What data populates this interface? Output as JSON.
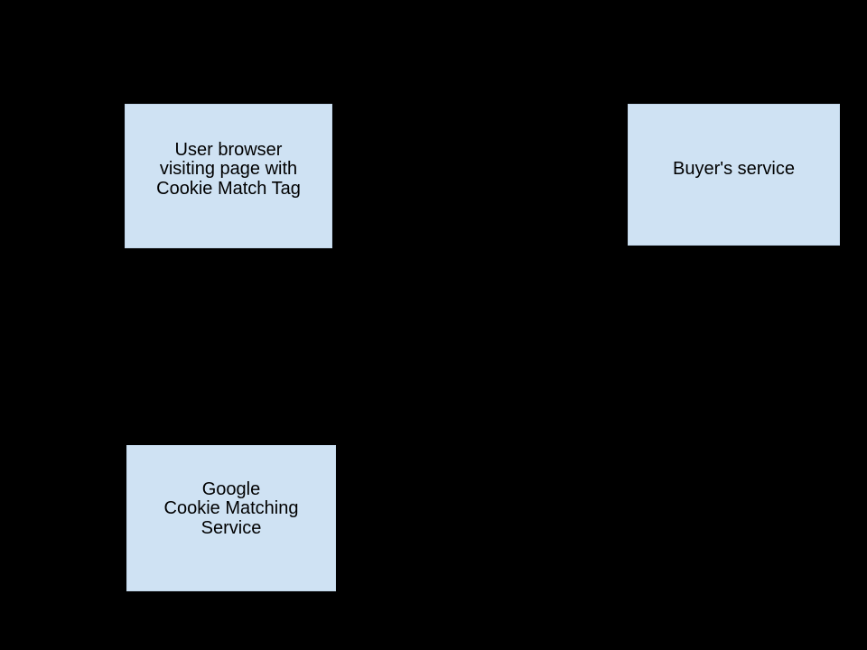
{
  "diagram": {
    "background_color": "#000000",
    "node_fill_color": "#cfe2f3",
    "node_text_color": "#000000",
    "nodes": [
      {
        "id": "user-browser",
        "lines": [
          "User browser",
          "visiting page with",
          "Cookie Match Tag"
        ]
      },
      {
        "id": "buyers-service",
        "lines": [
          "Buyer's service"
        ]
      },
      {
        "id": "google-cookie-matching-service",
        "lines": [
          "Google",
          "Cookie Matching",
          "Service"
        ]
      }
    ]
  }
}
